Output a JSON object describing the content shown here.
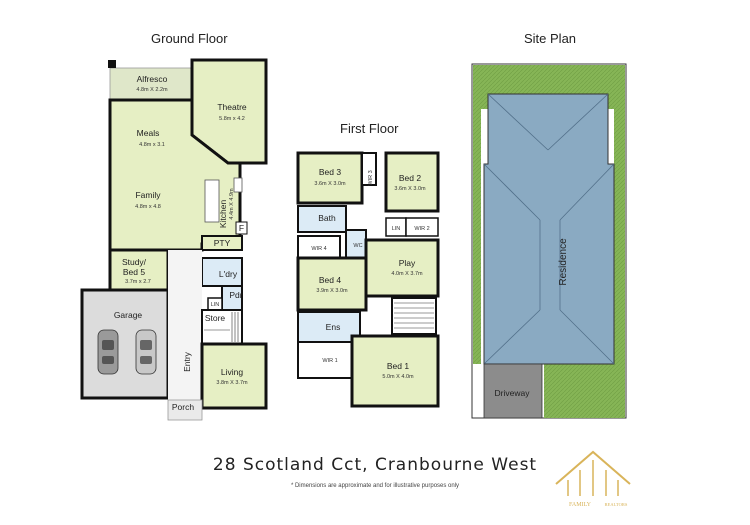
{
  "headings": {
    "ground_floor": "Ground Floor",
    "first_floor": "First Floor",
    "site_plan": "Site Plan"
  },
  "ground_floor": {
    "alfresco": {
      "name": "Alfresco",
      "dims": "4.8m X 2.2m"
    },
    "theatre": {
      "name": "Theatre",
      "dims": "5.8m x 4.2"
    },
    "meals": {
      "name": "Meals",
      "dims": "4.8m x 3.1"
    },
    "family": {
      "name": "Family",
      "dims": "4.8m x 4.8"
    },
    "kitchen": {
      "name": "Kitchen",
      "dims": "4.4m X 4.9m"
    },
    "fridge": "F",
    "pty": "PTY",
    "study": {
      "name1": "Study/",
      "name2": "Bed 5",
      "dims": "3.7m x 2.7"
    },
    "ldry": "L'dry",
    "pdr": "Pdr",
    "lin": "LIN",
    "store": "Store",
    "garage": "Garage",
    "entry": "Entry",
    "living": {
      "name": "Living",
      "dims": "3.8m X 3.7m"
    },
    "porch": "Porch"
  },
  "first_floor": {
    "bed3": {
      "name": "Bed 3",
      "dims": "3.6m X 3.0m"
    },
    "wir3": "WIR 3",
    "bed2": {
      "name": "Bed 2",
      "dims": "3.6m X 3.0m"
    },
    "bath": "Bath",
    "lin": "LIN",
    "wir2": "WIR 2",
    "wir4": "WIR 4",
    "wc": "WC",
    "bed4": {
      "name": "Bed 4",
      "dims": "3.9m X 3.0m"
    },
    "play": {
      "name": "Play",
      "dims": "4.0m X 3.7m"
    },
    "ens": "Ens",
    "wir1": "WIR 1",
    "bed1": {
      "name": "Bed 1",
      "dims": "5.0m X 4.0m"
    }
  },
  "site_plan": {
    "residence": "Residence",
    "driveway": "Driveway"
  },
  "address": "28 Scotland Cct, Cranbourne West",
  "disclaimer": "* Dimensions are approximate and for illustrative purposes only",
  "logo": {
    "line1": "FAMILY",
    "line2": "REALTORS"
  },
  "colors": {
    "room_green": "#e6efc4",
    "wet_blue": "#dcebf6",
    "garage_grey": "#dcdcdc",
    "roof_blue": "#8aaac2",
    "lawn_green": "#7fb04f",
    "logo_gold": "#d9b45a"
  }
}
